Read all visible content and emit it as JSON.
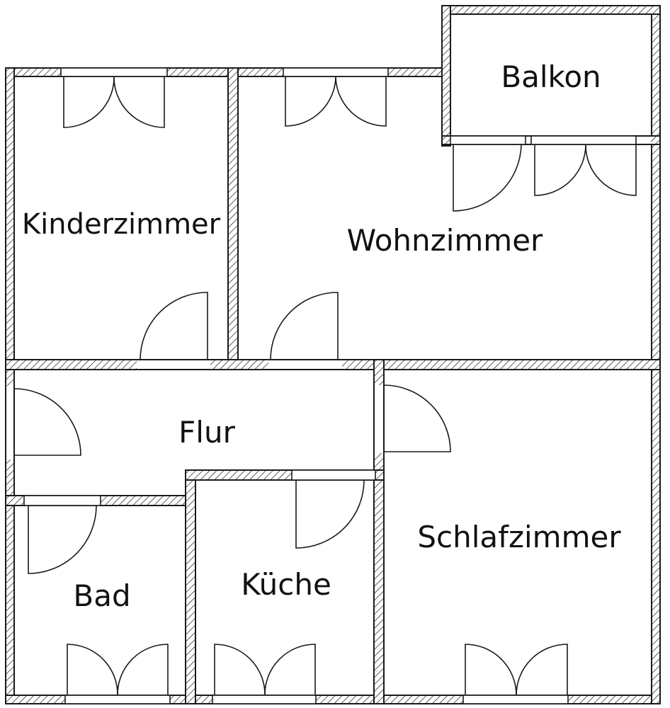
{
  "rooms": {
    "balkon": "Balkon",
    "kinderzimmer": "Kinderzimmer",
    "wohnzimmer": "Wohnzimmer",
    "flur": "Flur",
    "schlafzimmer": "Schlafzimmer",
    "bad": "Bad",
    "kueche": "Küche"
  },
  "colors": {
    "line": "#1a1a1a",
    "background": "#ffffff"
  }
}
